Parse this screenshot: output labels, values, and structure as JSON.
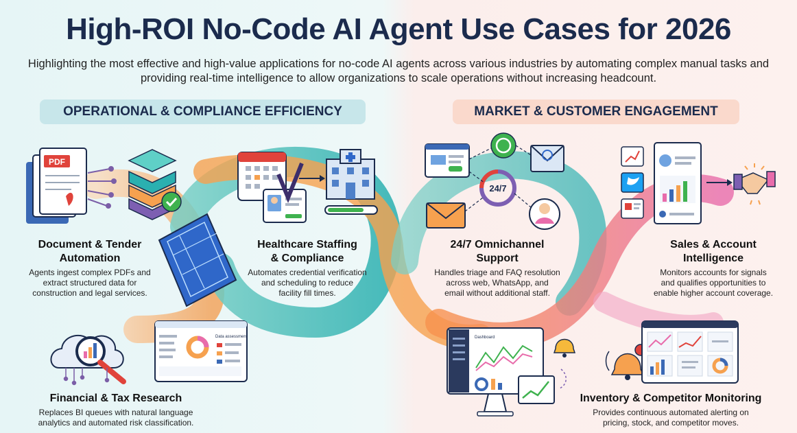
{
  "header": {
    "title": "High-ROI No-Code AI Agent Use Cases for 2026",
    "subtitle": "Highlighting the most effective and high-value applications for no-code AI agents across various industries by automating complex manual tasks and providing real-time intelligence to allow organizations to scale operations without increasing headcount."
  },
  "sections": {
    "left": "OPERATIONAL & COMPLIANCE EFFICIENCY",
    "right": "MARKET & CUSTOMER ENGAGEMENT"
  },
  "use_cases": [
    {
      "title_line1": "Document & Tender",
      "title_line2": "Automation",
      "desc_line1": "Agents ingest complex PDFs and",
      "desc_line2": "extract structured data for",
      "desc_line3": "construction and legal services."
    },
    {
      "title_line1": "Healthcare Staffing",
      "title_line2": "& Compliance",
      "desc_line1": "Automates credential verification",
      "desc_line2": "and scheduling to reduce",
      "desc_line3": "facility fill times."
    },
    {
      "title_line1": "24/7 Omnichannel",
      "title_line2": "Support",
      "desc_line1": "Handles triage and FAQ resolution",
      "desc_line2": "across web, WhatsApp, and",
      "desc_line3": "email without additional staff."
    },
    {
      "title_line1": "Sales & Account",
      "title_line2": "Intelligence",
      "desc_line1": "Monitors accounts for signals",
      "desc_line2": "and qualifies opportunities to",
      "desc_line3": "enable higher account coverage."
    },
    {
      "title_line1": "Financial & Tax Research",
      "desc_line1": "Replaces BI queues with natural language",
      "desc_line2": "analytics and automated risk classification."
    },
    {
      "title_line1": "Inventory & Competitor Monitoring",
      "desc_line1": "Provides continuous automated alerting on",
      "desc_line2": "pricing, stock, and competitor moves."
    }
  ],
  "icon_text": {
    "pdf_badge": "PDF",
    "support_badge": "24/7",
    "dashboard_label": "Dashboard",
    "report_label": "Data assessment"
  },
  "colors": {
    "navy": "#1b2b4d",
    "teal": "#38b6b4",
    "orange": "#f39a4a",
    "pink": "#e86cab",
    "left_pill": "#c7e6ea",
    "right_pill": "#fad9cc"
  }
}
